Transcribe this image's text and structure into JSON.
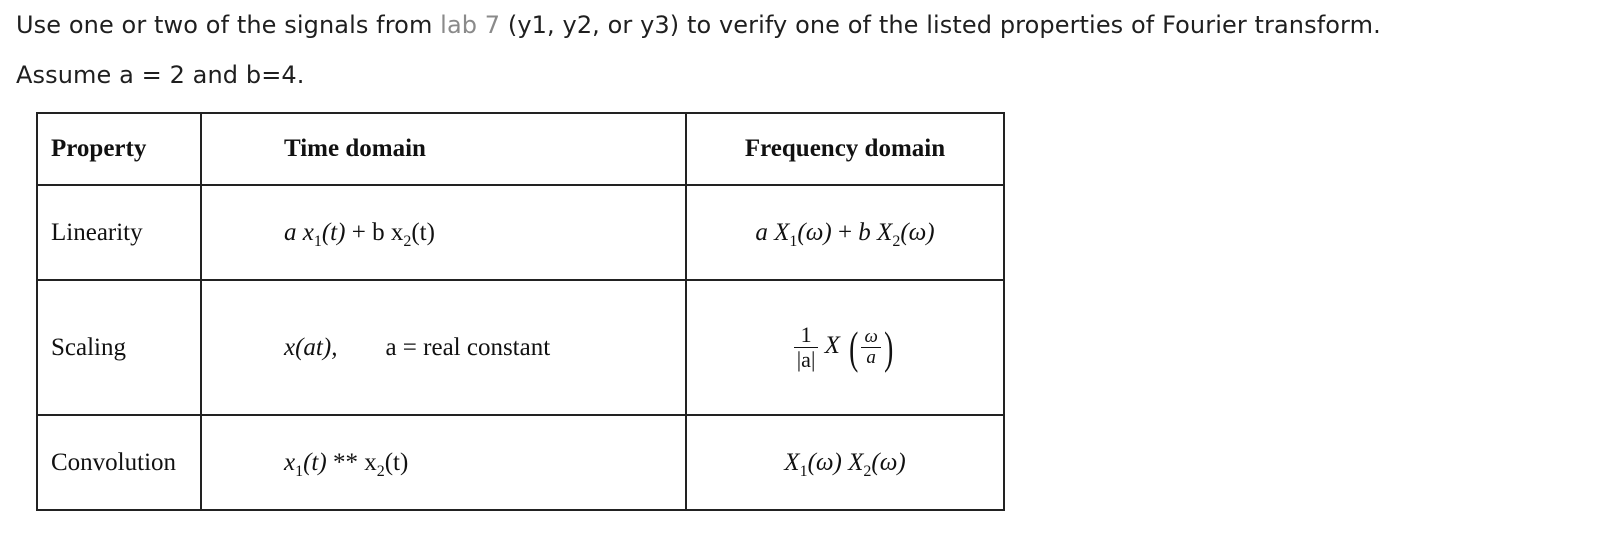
{
  "intro": {
    "line1_before": "Use one or two of the signals from ",
    "link_text": "lab 7",
    "line1_after": " (y1, y2, or y3) to verify one of the listed properties of Fourier transform.",
    "line2": "Assume a = 2 and b=4."
  },
  "table": {
    "headers": [
      "Property",
      "Time domain",
      "Frequency domain"
    ],
    "rows": [
      {
        "property": "Linearity",
        "time": {
          "a": "a",
          "x1": "x",
          "sub1": "1",
          "t1": "(t)",
          "plus": "+",
          "b": "b",
          "x2": "x",
          "sub2": "2",
          "t2": "(t)"
        },
        "freq": {
          "a": "a",
          "X1": "X",
          "sub1": "1",
          "w1": "(ω)",
          "plus": "+",
          "b": "b",
          "X2": "X",
          "sub2": "2",
          "w2": "(ω)"
        }
      },
      {
        "property": "Scaling",
        "time": {
          "expr": "x(at),",
          "note": "a = real constant"
        },
        "freq": {
          "num": "1",
          "den": "|a|",
          "X": "X",
          "lparen": "(",
          "inner_num": "ω",
          "inner_den": "a",
          "rparen": ")"
        }
      },
      {
        "property": "Convolution",
        "time": {
          "x1": "x",
          "sub1": "1",
          "t1": "(t)",
          "op": "**",
          "x2": "x",
          "sub2": "2",
          "t2": "(t)"
        },
        "freq": {
          "X1": "X",
          "sub1": "1",
          "w1": "(ω)",
          "X2": "X",
          "sub2": "2",
          "w2": "(ω)"
        }
      }
    ]
  }
}
